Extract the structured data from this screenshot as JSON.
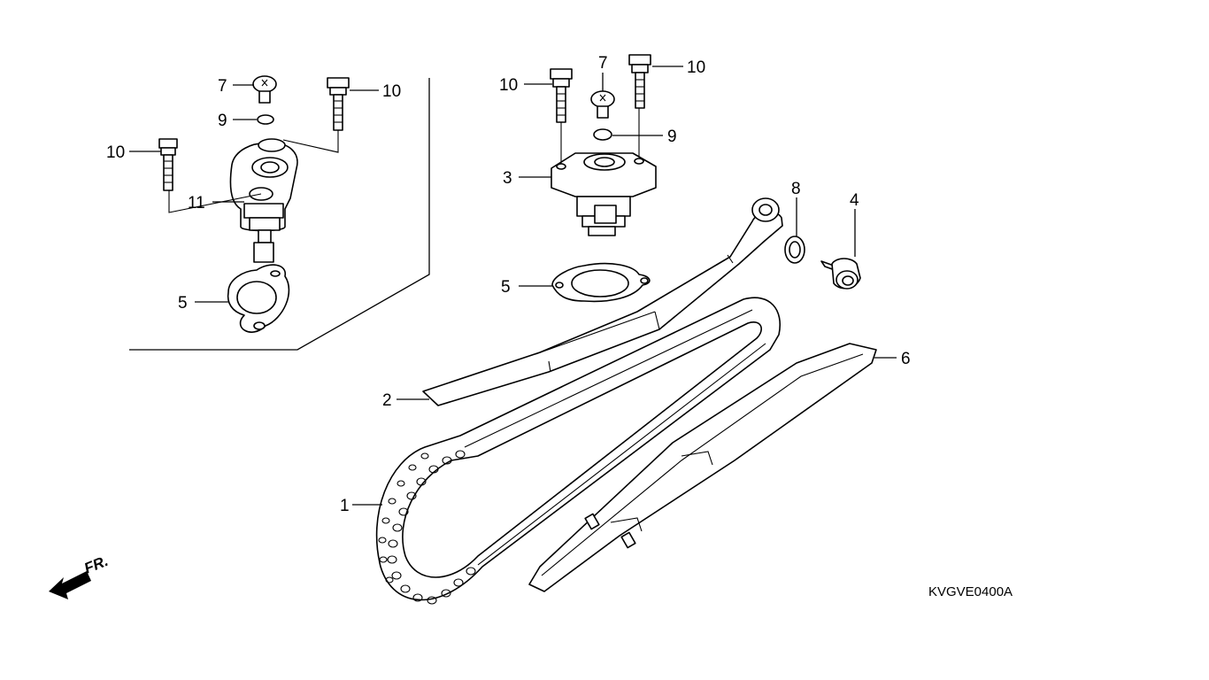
{
  "callouts": {
    "c1": "1",
    "c2": "2",
    "c3": "3",
    "c4": "4",
    "c5a": "5",
    "c5b": "5",
    "c6": "6",
    "c7a": "7",
    "c7b": "7",
    "c8": "8",
    "c9a": "9",
    "c9b": "9",
    "c10a": "10",
    "c10b": "10",
    "c10c": "10",
    "c10d": "10",
    "c11": "11"
  },
  "direction": {
    "label": "FR.",
    "icon": "front-direction-arrow-icon"
  },
  "diagram_code": "KVGVE0400A"
}
